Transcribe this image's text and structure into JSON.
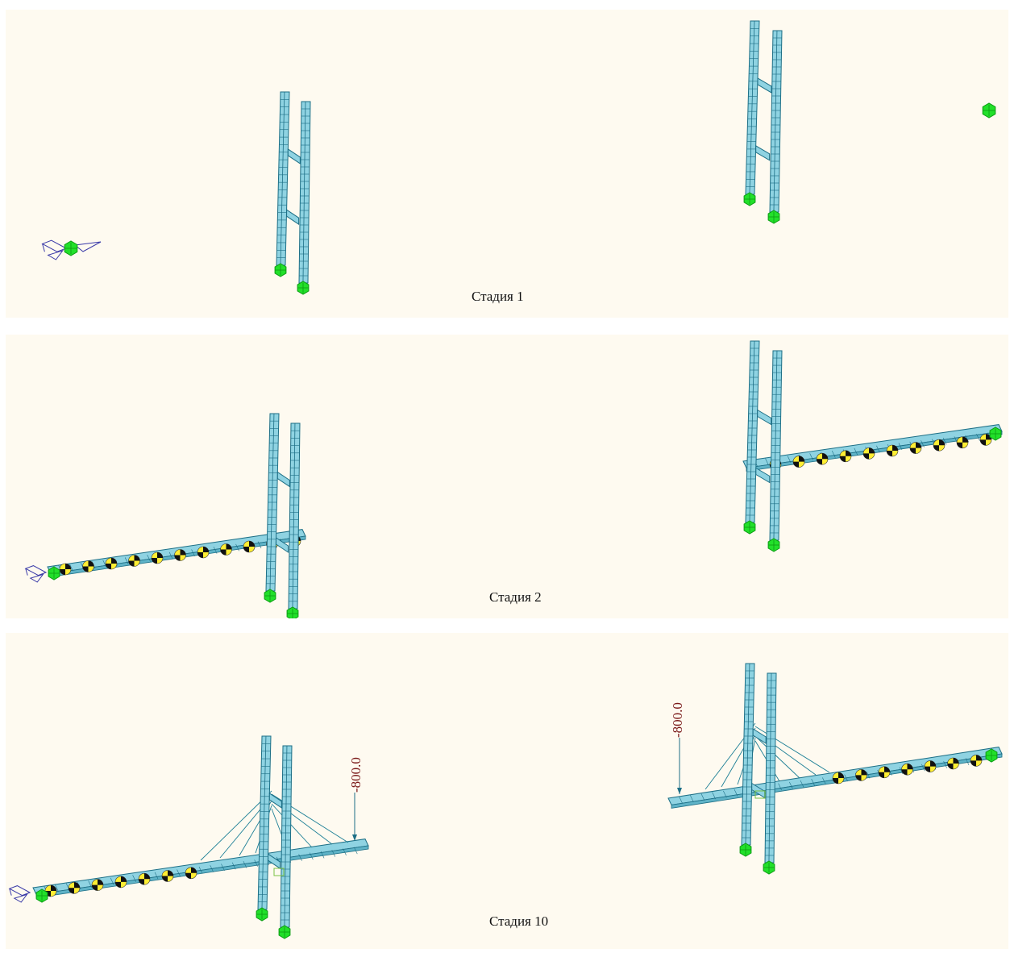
{
  "panels": [
    {
      "caption": "Стадия 1"
    },
    {
      "caption": "Стадия 2"
    },
    {
      "caption": "Стадия 10",
      "loads": [
        "-800.0",
        "-800.0"
      ]
    }
  ],
  "colors": {
    "background": "#fefaf0",
    "structure_fill": "#8fd3e2",
    "structure_stroke": "#1d6f86",
    "support": "#22e02a",
    "load_label": "#7b1a1a",
    "marker_yellow": "#ffee33",
    "marker_black": "#111111"
  },
  "icons": {
    "support": "green-support-node-icon",
    "boundary": "blue-hinge-boundary-icon",
    "stage_marker": "yellow-black-stage-marker-icon"
  }
}
